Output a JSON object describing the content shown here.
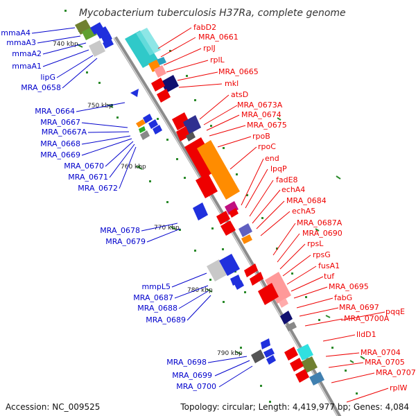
{
  "title": "Mycobacterium tuberculosis H37Ra, complete genome",
  "footer": {
    "accession": "Accession: NC_009525",
    "topology": "Topology: circular; Length: 4,419,977 bp; Genes: 4,084"
  },
  "colors": {
    "backbone": "#999999",
    "label_right": "#ee0000",
    "label_left": "#0000cc",
    "tick": "#008000"
  },
  "kbp_labels": [
    "740 kbp",
    "750 kbp",
    "760 kbp",
    "770 kbp",
    "780 kbp",
    "790 kbp"
  ],
  "genes_left": [
    "mmaA4",
    "mmaA3",
    "mmaA2",
    "mmaA1",
    "lipG",
    "MRA_0658",
    "MRA_0664",
    "MRA_0667",
    "MRA_0667A",
    "MRA_0668",
    "MRA_0669",
    "MRA_0670",
    "MRA_0671",
    "MRA_0672",
    "MRA_0678",
    "MRA_0679",
    "mmpL5",
    "MRA_0687",
    "MRA_0688",
    "MRA_0689",
    "MRA_0698",
    "MRA_0699",
    "MRA_0700"
  ],
  "genes_right": [
    "fabD2",
    "MRA_0661",
    "rplJ",
    "rplL",
    "MRA_0665",
    "mkl",
    "atsD",
    "MRA_0673A",
    "MRA_0674",
    "MRA_0675",
    "rpoB",
    "rpoC",
    "end",
    "lpqP",
    "fadE8",
    "echA4",
    "MRA_0684",
    "echA5",
    "MRA_0687A",
    "MRA_0690",
    "rpsL",
    "rpsG",
    "fusA1",
    "tuf",
    "MRA_0695",
    "fabG",
    "MRA_0697",
    "MRA_0700A",
    "pqqE",
    "lldD1",
    "MRA_0704",
    "MRA_0705",
    "MRA_0707",
    "rplW"
  ]
}
